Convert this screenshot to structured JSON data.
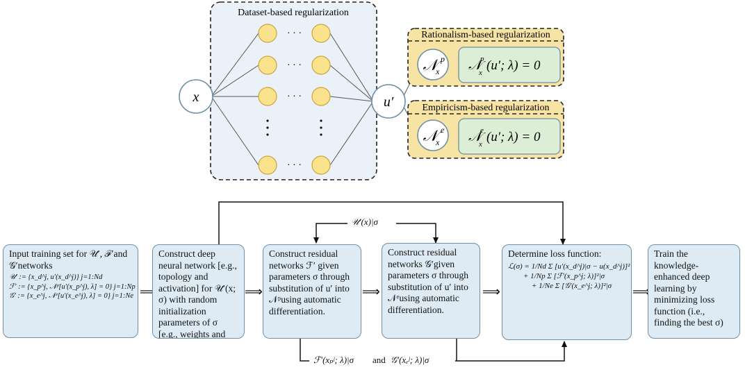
{
  "network": {
    "dataset_title": "Dataset-based regularization",
    "input_node": "x",
    "output_node": "u′",
    "ellipsis": "· · ·",
    "rationalism": {
      "title": "Rationalism-based regularization",
      "operator_symbol": "𝒩",
      "operator_sup": "p",
      "operator_sub": "x",
      "equation": "(u′; λ) = 0"
    },
    "empiricism": {
      "title": "Empiricism-based regularization",
      "operator_symbol": "𝒩",
      "operator_sup": "e",
      "operator_sub": "x",
      "equation": "(u′; λ) = 0"
    }
  },
  "flow": {
    "top_label": "𝒰′(x)|σ",
    "bottom_label_a": "ℱ′(xₚʲ; λ)|σ",
    "bottom_label_and": "and",
    "bottom_label_b": "𝒢′(xₑʲ; λ)|σ",
    "boxes": [
      {
        "text": "Input training set for 𝒰′, ℱ′and 𝒢′networks",
        "math": [
          "𝒰′ := {x_d^j, u′(x_d^j)} j=1:Nd",
          "ℱ′ := {x_p^j, 𝒩ᵖ[u′(x_p^j), λ] = 0} j=1:Np",
          "𝒢′ := {x_e^j, 𝒩ᵉ[u′(x_e^j), λ] = 0} j=1:Ne"
        ]
      },
      {
        "text": "Construct deep neural network [e.g., topology and activation] for 𝒰′(x; σ) with random initialization parameters of σ [e.g., weights and biases]."
      },
      {
        "text": "Construct residual networks ℱ′ given parameters σ through substitution of u′ into 𝒩ᵖusing automatic differentiation."
      },
      {
        "text": "Construct residual networks 𝒢′given parameters σ through substitution of u′ into 𝒩ᵉusing automatic differentiation."
      },
      {
        "text": "Determine loss function:",
        "math": [
          "ℒ(σ) = 1/Nd Σ [u′(x_d^j)|σ − u(x_d^j)]²",
          "+ 1/Np Σ [ℱ′(x_p^j; λ)]²|σ",
          "+ 1/Ne Σ [𝒢′(x_e^j; λ)]²|σ"
        ]
      },
      {
        "text": "Train the knowledge-enhanced deep learning by minimizing loss function (i.e., finding the best σ)"
      }
    ],
    "implies": "⟹"
  },
  "colors": {
    "node_fill": "#fbe38e",
    "node_stroke": "#c9a63a",
    "panel_fill": "#eaf1f8",
    "reg_fill": "#f7e3a4",
    "eq_fill": "#dcefd6",
    "flow_fill": "#deebf5",
    "flow_stroke": "#6b8fa6"
  }
}
